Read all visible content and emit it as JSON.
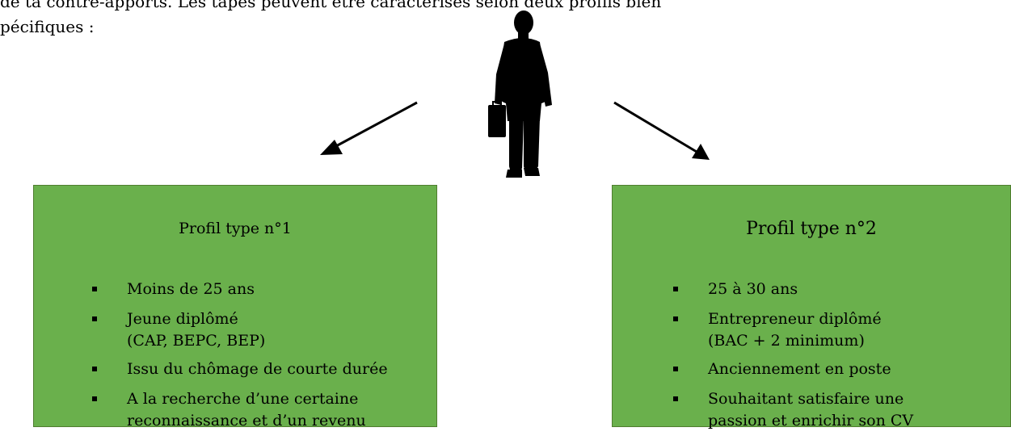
{
  "intro": {
    "line1": "de ta contre-apports. Les tapes peuvent être caractérisés selon deux profils bien",
    "line2": "pécifiques :"
  },
  "profiles": [
    {
      "title": "Profil type n°1",
      "items": [
        "Moins de 25 ans",
        "Jeune diplômé",
        "(CAP, BEPC, BEP)",
        "Issu du chômage de courte durée",
        "A la recherche d’une certaine",
        "reconnaissance et d’un revenu"
      ]
    },
    {
      "title": "Profil type n°2",
      "items": [
        "25 à 30 ans",
        "Entrepreneur diplômé",
        "(BAC + 2 minimum)",
        "Anciennement en poste",
        "Souhaitant satisfaire une",
        "passion et enrichir son CV"
      ]
    }
  ],
  "icons": {
    "person": "businessman-with-briefcase-silhouette-icon",
    "arrow_left": "arrow-down-left-icon",
    "arrow_right": "arrow-down-right-icon"
  },
  "colors": {
    "box_fill": "#6ab04c",
    "box_border": "#4f7d2f",
    "text": "#000000"
  }
}
